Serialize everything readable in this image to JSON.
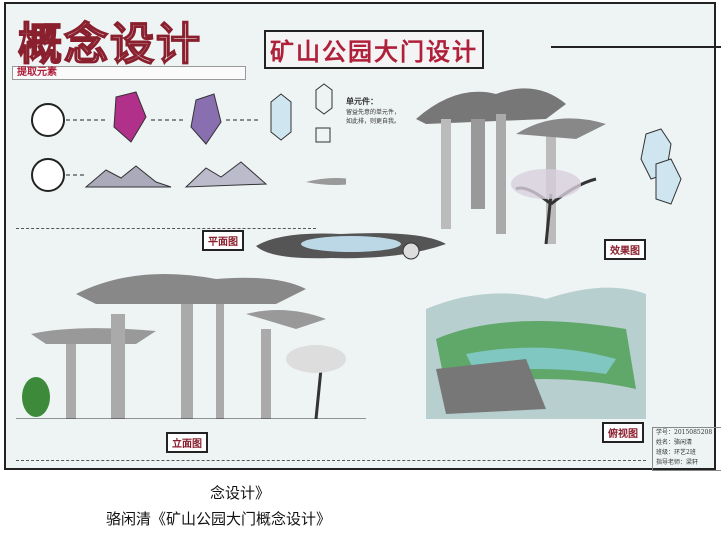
{
  "poster": {
    "main_title": "概念设计",
    "sub_title": "矿山公园大门设计",
    "section_label": "提取元素",
    "component_note_title": "单元件：",
    "component_note_lines": [
      "留益先意的单元件，",
      "如此排，则更自我。"
    ],
    "labels": {
      "plan": "平面图",
      "elevation": "立面图",
      "effect": "效果图",
      "bird": "俯视图"
    },
    "student_info": {
      "id": "学号：2015085208",
      "name": "姓名：骆闲清",
      "class": "班级：环艺2班",
      "teacher": "指导老师：梁轩"
    },
    "colors": {
      "accent": "#b0203a",
      "paper": "#eef3f4"
    }
  },
  "caption": {
    "line1": "念设计》",
    "line2": "骆闲清《矿山公园大门概念设计》"
  }
}
